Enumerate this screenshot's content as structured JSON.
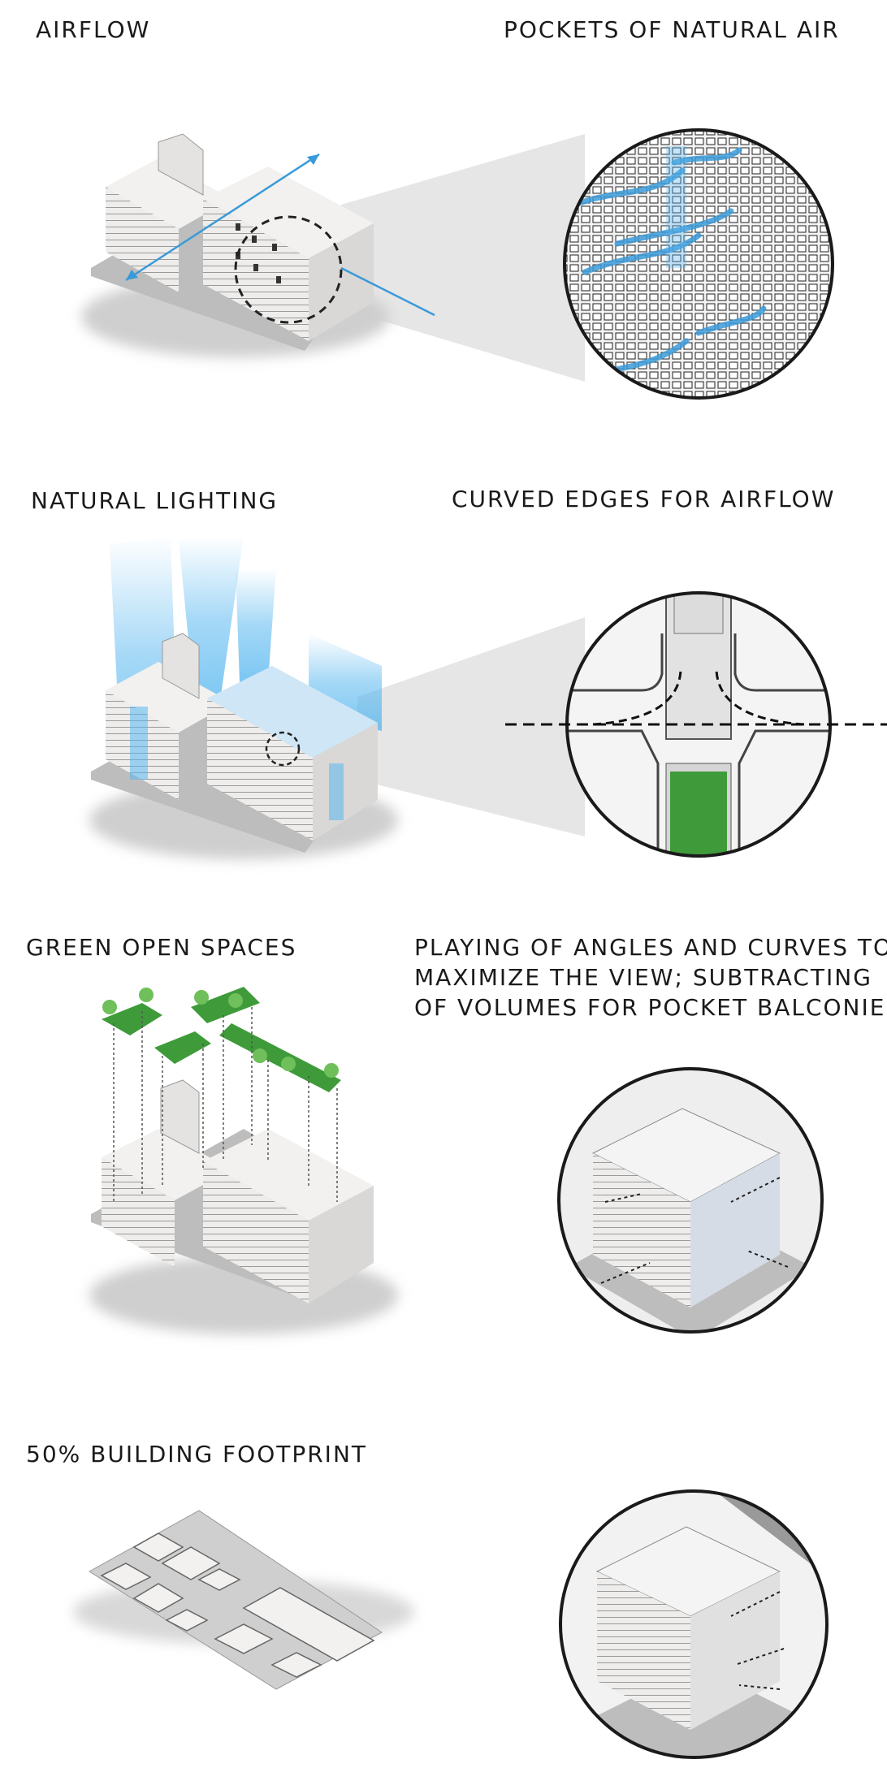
{
  "labels": {
    "airflow": "AIRFLOW",
    "pockets": "POCKETS OF  NATURAL AIR",
    "lighting": "NATURAL LIGHTING",
    "curved": "CURVED EDGES FOR  AIRFLOW",
    "green": "GREEN OPEN SPACES",
    "angles": [
      "PLAYING OF ANGLES AND CURVES TO",
      "MAXIMIZE THE VIEW; SUBTRACTING",
      "OF VOLUMES FOR POCKET BALCONIES"
    ],
    "footprint": "50% BUILDING FOOTPRINT"
  },
  "colors": {
    "airflow_blue": "#3a9ad9",
    "light_blue": "#5ab8f0",
    "green": "#3f9b3a",
    "building": "#e9e8e6",
    "shadow": "#bcbcbc",
    "zoom_cone": "#e6e6e6"
  }
}
